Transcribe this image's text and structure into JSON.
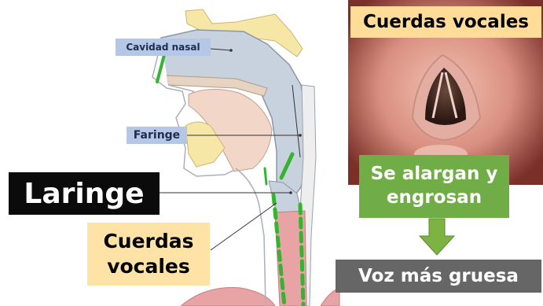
{
  "labels": {
    "cavidad_nasal": "Cavidad nasal",
    "faringe": "Faringe",
    "laringe": "Laringe",
    "cuerdas_vocales_line1": "Cuerdas",
    "cuerdas_vocales_line2": "vocales"
  },
  "photo": {
    "title": "Cuerdas vocales"
  },
  "effects": {
    "change_line1": "Se alargan y",
    "change_line2": "engrosan",
    "result": "Voz más gruesa"
  },
  "colors": {
    "label_blue": "#b4c7e7",
    "label_black": "#0b0b0b",
    "label_cream": "#ffe2a6",
    "title_cream": "#ffdd99",
    "effect_green": "#70ad47",
    "result_gray": "#666666",
    "arrow_green": "#7cb342",
    "tissue_pink": "#e8a3a5",
    "airway_blue": "#c8d2de",
    "bone_yellow": "#f7e7a6",
    "vocal_highlight_green": "#33b52f"
  }
}
